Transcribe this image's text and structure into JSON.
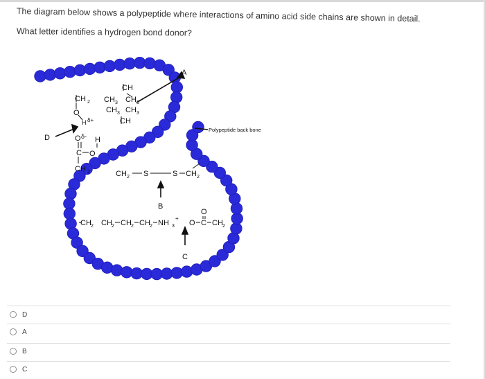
{
  "question": {
    "line1": "The diagram below shows a polypeptide where interactions of amino acid side chains are shown in detail.",
    "line2": "What letter identifies a hydrogen bond donor?"
  },
  "diagram": {
    "label_a": "A",
    "label_b": "B",
    "label_c": "C",
    "label_d": "D",
    "backbone_label": "Polypeptide back bone",
    "colors": {
      "backbone": "#2a2ad8",
      "bead_edge": "#1d1db8",
      "text": "#111111"
    },
    "chem": {
      "ch_top": "CH",
      "ch2_1": "CH",
      "ch3_1": "CH",
      "ch3_2": "CH",
      "ch3_3": "CH",
      "ch3_4": "CH",
      "ch_mid": "CH",
      "o_top": "O",
      "h_delta": "H",
      "h_delta_mark": "δ+",
      "o_delta": "O",
      "o_delta_mark": "δ-",
      "h_below": "H",
      "c_dbl": "C",
      "o_dbl": "O",
      "ch2_2": "CH",
      "ch2_s": "CH",
      "s1": "S",
      "s2": "S",
      "ch2_s2": "CH",
      "lys_chain": "CH",
      "nh3": "NH",
      "plus": "+",
      "o_ion": "O",
      "c_ion": "C",
      "o_ion_top": "O",
      "ch2_end": "CH",
      "sub2": "2",
      "sub3": "3"
    }
  },
  "options": [
    {
      "letter": "D"
    },
    {
      "letter": "A"
    },
    {
      "letter": "B"
    },
    {
      "letter": "C"
    }
  ]
}
